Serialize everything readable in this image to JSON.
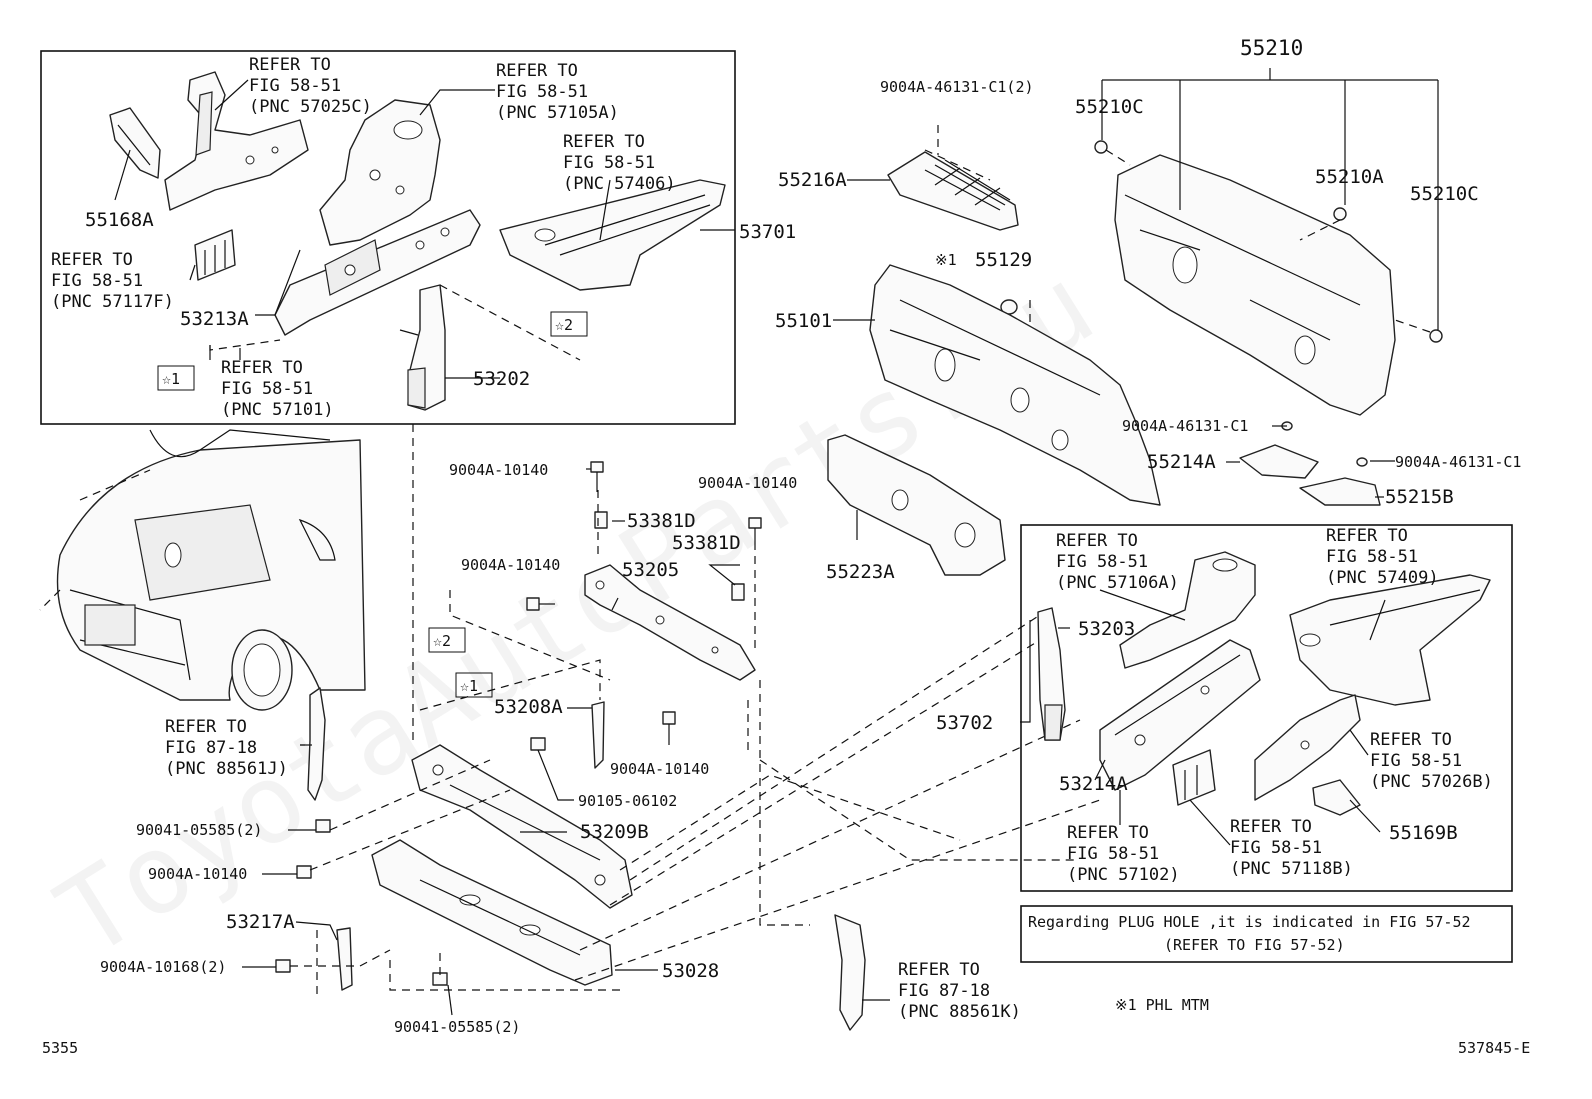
{
  "labels": {
    "refer_57025c": [
      "REFER TO",
      "FIG 58-51",
      "(PNC 57025C)"
    ],
    "refer_57105a": [
      "REFER TO",
      "FIG 58-51",
      "(PNC 57105A)"
    ],
    "refer_57406": [
      "REFER TO",
      "FIG 58-51",
      "(PNC 57406)"
    ],
    "refer_57117f": [
      "REFER TO",
      "FIG 58-51",
      "(PNC 57117F)"
    ],
    "refer_57101": [
      "REFER TO",
      "FIG 58-51",
      "(PNC 57101)"
    ],
    "refer_88561j": [
      "REFER TO",
      "FIG 87-18",
      "(PNC 88561J)"
    ],
    "refer_57106a": [
      "REFER TO",
      "FIG 58-51",
      "(PNC 57106A)"
    ],
    "refer_57409": [
      "REFER TO",
      "FIG 58-51",
      "(PNC 57409)"
    ],
    "refer_57026b": [
      "REFER TO",
      "FIG 58-51",
      "(PNC 57026B)"
    ],
    "refer_57102": [
      "REFER TO",
      "FIG 58-51",
      "(PNC 57102)"
    ],
    "refer_57118b": [
      "REFER TO",
      "FIG 58-51",
      "(PNC 57118B)"
    ],
    "refer_88561k": [
      "REFER TO",
      "FIG 87-18",
      "(PNC 88561K)"
    ]
  },
  "parts": {
    "p55168A": "55168A",
    "p53213A": "53213A",
    "p53701": "53701",
    "p53202": "53202",
    "p55210": "55210",
    "p55210C_1": "55210C",
    "p55210A": "55210A",
    "p55210C_2": "55210C",
    "p9004A_46131_C1_2": "9004A-46131-C1(2)",
    "p55216A": "55216A",
    "p55129": "55129",
    "p55101": "55101",
    "p9004A_46131_C1_a": "9004A-46131-C1",
    "p55214A": "55214A",
    "p9004A_46131_C1_b": "9004A-46131-C1",
    "p55215B": "55215B",
    "p55223A": "55223A",
    "p9004A_10140_a": "9004A-10140",
    "p53381D_a": "53381D",
    "p9004A_10140_b": "9004A-10140",
    "p53381D_b": "53381D",
    "p9004A_10140_c": "9004A-10140",
    "p53205": "53205",
    "p53208A": "53208A",
    "p9004A_10140_d": "9004A-10140",
    "p90105_06102": "90105-06102",
    "p90041_05585_2_a": "90041-05585(2)",
    "p53209B": "53209B",
    "p9004A_10140_e": "9004A-10140",
    "p53217A": "53217A",
    "p9004A_10168_2": "9004A-10168(2)",
    "p53028": "53028",
    "p90041_05585_2_b": "90041-05585(2)",
    "p53203": "53203",
    "p53702": "53702",
    "p53214A": "53214A",
    "p55169B": "55169B"
  },
  "markers": {
    "star1": "☆1",
    "star2": "☆2",
    "note1": "※1"
  },
  "notes": {
    "plug_hole_line1": "Regarding PLUG HOLE ,it is indicated in FIG 57-52",
    "plug_hole_line2": "(REFER TO FIG 57-52)",
    "phl_mtm": "※1 PHL MTM"
  },
  "footer": {
    "page_code": "5355",
    "diagram_code": "537845-E"
  },
  "watermark": "ToyotaAutoParts.ru"
}
